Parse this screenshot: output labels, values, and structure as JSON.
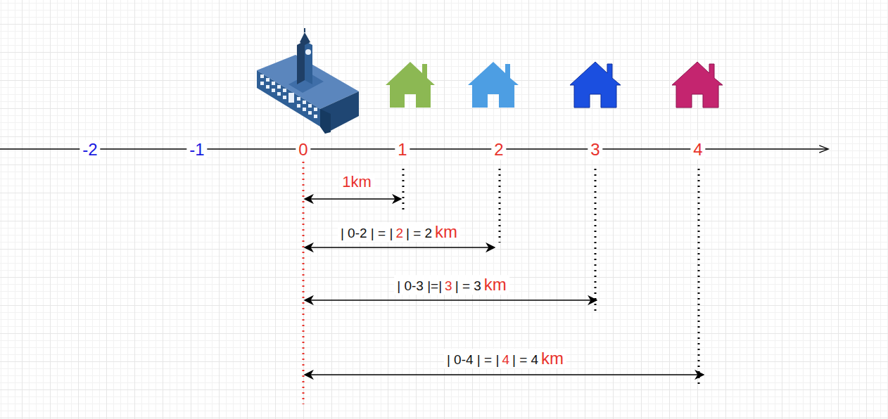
{
  "diagram": {
    "labels": [
      "-2",
      "-1",
      "0",
      "1",
      "2",
      "3",
      "4",
      "1km",
      "| 0-2 | = |",
      "2",
      "| = 2",
      "km",
      "| 0-3 |=|",
      "3",
      "| = 3",
      "km",
      "| 0-4 | = |",
      "4",
      "| = 4",
      "km"
    ]
  }
}
